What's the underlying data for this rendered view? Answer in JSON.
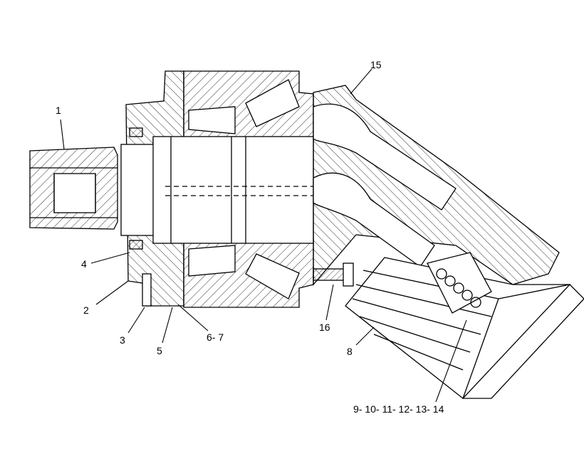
{
  "diagram": {
    "callouts": [
      {
        "id": "c1",
        "text": "1"
      },
      {
        "id": "c2",
        "text": "2"
      },
      {
        "id": "c3",
        "text": "3"
      },
      {
        "id": "c4",
        "text": "4"
      },
      {
        "id": "c5",
        "text": "5"
      },
      {
        "id": "c67",
        "text": "6- 7"
      },
      {
        "id": "c8",
        "text": "8"
      },
      {
        "id": "c9",
        "text": "9- 10- 11- 12- 13- 14"
      },
      {
        "id": "c15",
        "text": "15"
      },
      {
        "id": "c16",
        "text": "16"
      }
    ],
    "colors": {
      "line": "#000000",
      "background": "#ffffff"
    }
  }
}
